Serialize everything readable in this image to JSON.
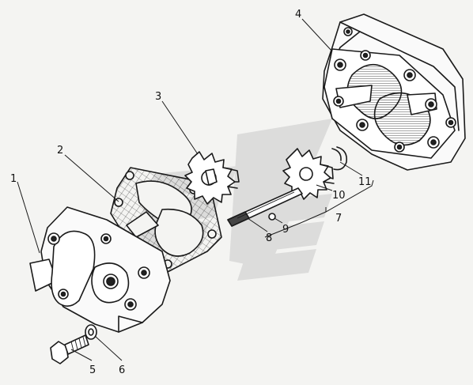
{
  "callouts": [
    {
      "id": "1",
      "text": "1"
    },
    {
      "id": "2",
      "text": "2"
    },
    {
      "id": "3",
      "text": "3"
    },
    {
      "id": "4",
      "text": "4"
    },
    {
      "id": "5",
      "text": "5"
    },
    {
      "id": "6",
      "text": "6"
    },
    {
      "id": "7",
      "text": "7"
    },
    {
      "id": "8",
      "text": "8"
    },
    {
      "id": "9",
      "text": "9"
    },
    {
      "id": "10",
      "text": "10"
    },
    {
      "id": "11",
      "text": "11"
    }
  ],
  "colors": {
    "ink": "#1a1a1a",
    "paper": "#f4f4f2",
    "watermark": "#c9c9c9"
  }
}
